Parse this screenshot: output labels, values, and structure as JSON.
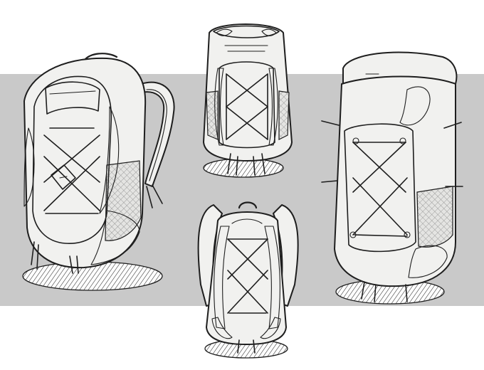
{
  "colors": {
    "background": "#ffffff",
    "band": "#c9c9c9",
    "accent": "#e8a92c",
    "body": "#f1f1ef",
    "shade": "#d9d9d6",
    "ink": "#1e1e1e"
  },
  "backpacks": [
    {
      "name": "daypack-side-view",
      "accent": "#e8a92c"
    },
    {
      "name": "tall-pack-front-view",
      "accent": "#e8a92c"
    },
    {
      "name": "daypack-back-view",
      "accent": "#e8a92c"
    },
    {
      "name": "trekking-pack-front-view",
      "accent": "#e8a92c"
    }
  ]
}
